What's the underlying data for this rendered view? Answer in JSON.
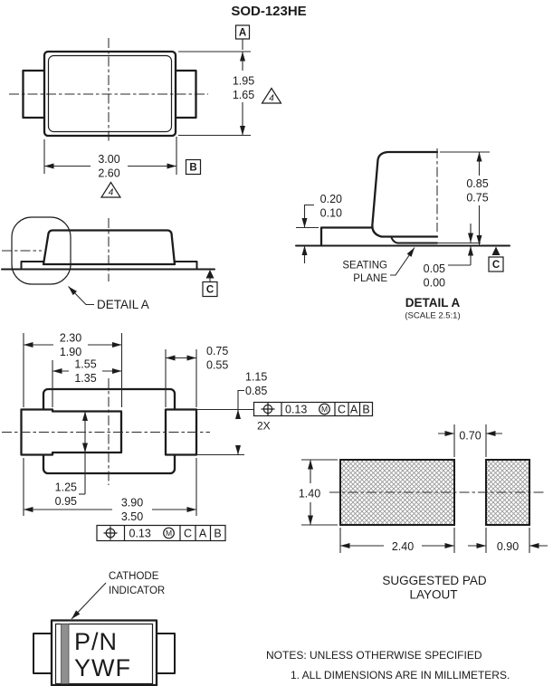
{
  "title": "SOD-123HE",
  "datum_labels": {
    "a": "A",
    "b": "B",
    "c": "C"
  },
  "rev_triangle": "4",
  "top_view": {
    "height_max": "1.95",
    "height_min": "1.65",
    "width_max": "3.00",
    "width_min": "2.60"
  },
  "side_view": {
    "detail_callout": "DETAIL A"
  },
  "detail_a": {
    "lead_thickness_max": "0.20",
    "lead_thickness_min": "0.10",
    "height_max": "0.85",
    "height_min": "0.75",
    "standoff_max": "0.05",
    "standoff_min": "0.00",
    "seating_line1": "SEATING",
    "seating_line2": "PLANE",
    "title": "DETAIL A",
    "scale": "(SCALE 2.5:1)"
  },
  "bottom_view": {
    "pad_span_max": "2.30",
    "pad_span_min": "1.90",
    "pad_inner_max": "1.55",
    "pad_inner_min": "1.35",
    "lead_width_max": "0.75",
    "lead_width_min": "0.55",
    "lead_len_max": "1.15",
    "lead_len_min": "0.85",
    "pad_height_max": "1.25",
    "pad_height_min": "0.95",
    "overall_max": "3.90",
    "overall_min": "3.50",
    "qty_note": "2X",
    "fcf_right": {
      "tolerance": "0.13",
      "modifier": "M",
      "datum1": "C",
      "datum2": "A",
      "datum3": "B"
    },
    "fcf_bottom": {
      "tolerance": "0.13",
      "modifier": "M",
      "datum1": "C",
      "datum2": "A",
      "datum3": "B"
    }
  },
  "pad_layout": {
    "height": "1.40",
    "gap": "0.70",
    "left_width": "2.40",
    "right_width": "0.90",
    "caption_line1": "SUGGESTED PAD",
    "caption_line2": "LAYOUT"
  },
  "marking": {
    "callout_line1": "CATHODE",
    "callout_line2": "INDICATOR",
    "text_line1": "P/N",
    "text_line2": "YWF"
  },
  "notes": {
    "header": "NOTES: UNLESS OTHERWISE SPECIFIED",
    "note1": "1.  ALL DIMENSIONS ARE IN MILLIMETERS."
  }
}
